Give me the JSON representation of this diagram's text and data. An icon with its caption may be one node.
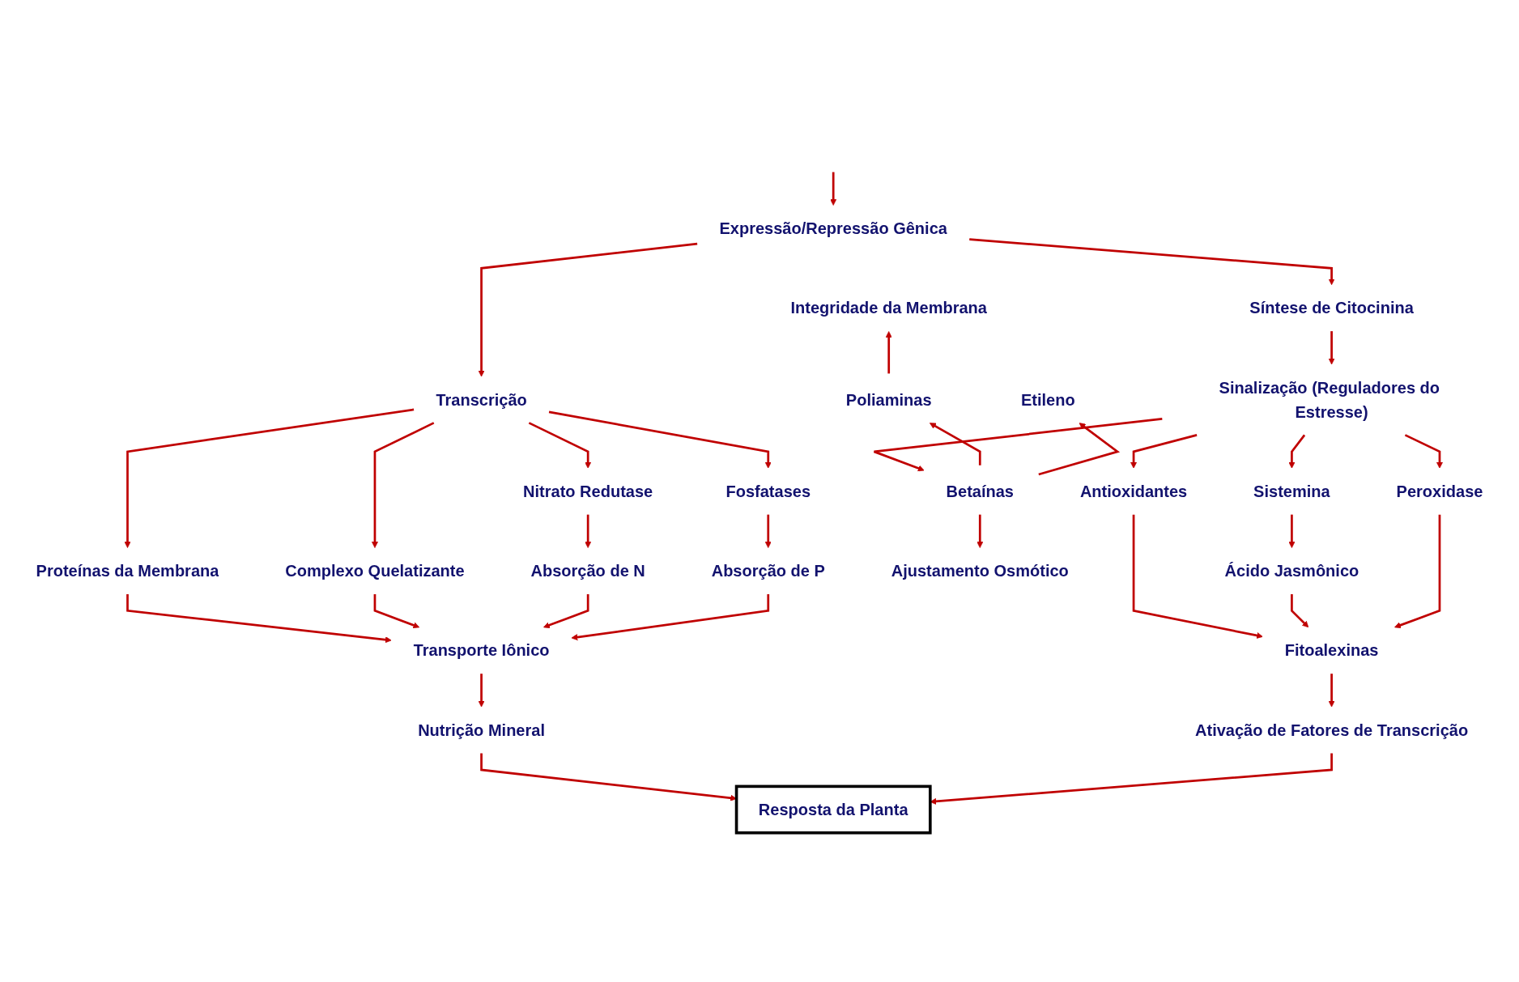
{
  "diagram": {
    "nodes": [
      {
        "text": [
          "Expressão/Repressão Gênica"
        ]
      },
      {
        "text": [
          "Transcrição"
        ]
      },
      {
        "text": [
          "Nitrato Redutase"
        ]
      },
      {
        "text": [
          "Proteínas da Membrana"
        ]
      },
      {
        "text": [
          "Complexo Quelatizante"
        ]
      },
      {
        "text": [
          "Fosfatases"
        ]
      },
      {
        "text": [
          "Absorção de N"
        ]
      },
      {
        "text": [
          "Absorção de P"
        ]
      },
      {
        "text": [
          "Transporte Iônico"
        ]
      },
      {
        "text": [
          "Nutrição Mineral"
        ]
      },
      {
        "text": [
          "Síntese de Citocinina"
        ]
      },
      {
        "text": [
          "Sinalização (Reguladores do Estresse)"
        ]
      },
      {
        "text": [
          "Integridade da Membrana"
        ]
      },
      {
        "text": [
          "Poliaminas"
        ]
      },
      {
        "text": [
          "Etileno"
        ]
      },
      {
        "text": [
          "Betaínas"
        ]
      },
      {
        "text": [
          "Ajustamento Osmótico"
        ]
      },
      {
        "text": [
          "Antioxidantes"
        ]
      },
      {
        "text": [
          "Sistemina"
        ]
      },
      {
        "text": [
          "Peroxidase"
        ]
      },
      {
        "text": [
          "Ácido Jasmônico"
        ]
      },
      {
        "text": [
          "Fitoalexinas"
        ]
      },
      {
        "text": [
          "Ativação de Fatores de Transcrição"
        ]
      },
      {
        "text": [
          "Resposta da Planta"
        ]
      }
    ],
    "edges": [
      {
        "from": null,
        "to": 0,
        "arrow": "to"
      },
      {
        "from": 0,
        "to": 1,
        "arrow": "to"
      },
      {
        "from": 0,
        "to": 10,
        "arrow": "to"
      },
      {
        "from": 1,
        "to": 2,
        "arrow": "to"
      },
      {
        "from": 1,
        "to": 3,
        "arrow": "to"
      },
      {
        "from": 1,
        "to": 4,
        "arrow": "to"
      },
      {
        "from": 1,
        "to": 5,
        "arrow": "to"
      },
      {
        "from": 2,
        "to": 6,
        "arrow": "to"
      },
      {
        "from": 3,
        "to": 8,
        "arrow": "to"
      },
      {
        "from": 4,
        "to": 8,
        "arrow": "to"
      },
      {
        "from": 5,
        "to": 7,
        "arrow": "to"
      },
      {
        "from": 6,
        "to": 8,
        "arrow": "to"
      },
      {
        "from": 7,
        "to": 8,
        "arrow": "to"
      },
      {
        "from": 8,
        "to": 9,
        "arrow": "to"
      },
      {
        "from": 9,
        "to": 23,
        "arrow": "to"
      },
      {
        "from": 10,
        "to": 11,
        "arrow": "to"
      },
      {
        "from": 11,
        "to": 15,
        "arrow": "to"
      },
      {
        "from": 15,
        "to": 13,
        "arrow": "to"
      },
      {
        "from": 15,
        "to": 14,
        "arrow": "to"
      },
      {
        "from": 15,
        "to": 16,
        "arrow": "to"
      },
      {
        "from": 13,
        "to": 12,
        "arrow": "to"
      },
      {
        "from": 11,
        "to": 17,
        "arrow": "to"
      },
      {
        "from": 11,
        "to": 18,
        "arrow": "to"
      },
      {
        "from": 11,
        "to": 19,
        "arrow": "to"
      },
      {
        "from": 18,
        "to": 20,
        "arrow": "to"
      },
      {
        "from": 17,
        "to": 21,
        "arrow": "to"
      },
      {
        "from": 20,
        "to": 21,
        "arrow": "to"
      },
      {
        "from": 19,
        "to": 21,
        "arrow": "to"
      },
      {
        "from": 21,
        "to": 22,
        "arrow": "to"
      },
      {
        "from": 22,
        "to": 23,
        "arrow": "to"
      }
    ]
  }
}
